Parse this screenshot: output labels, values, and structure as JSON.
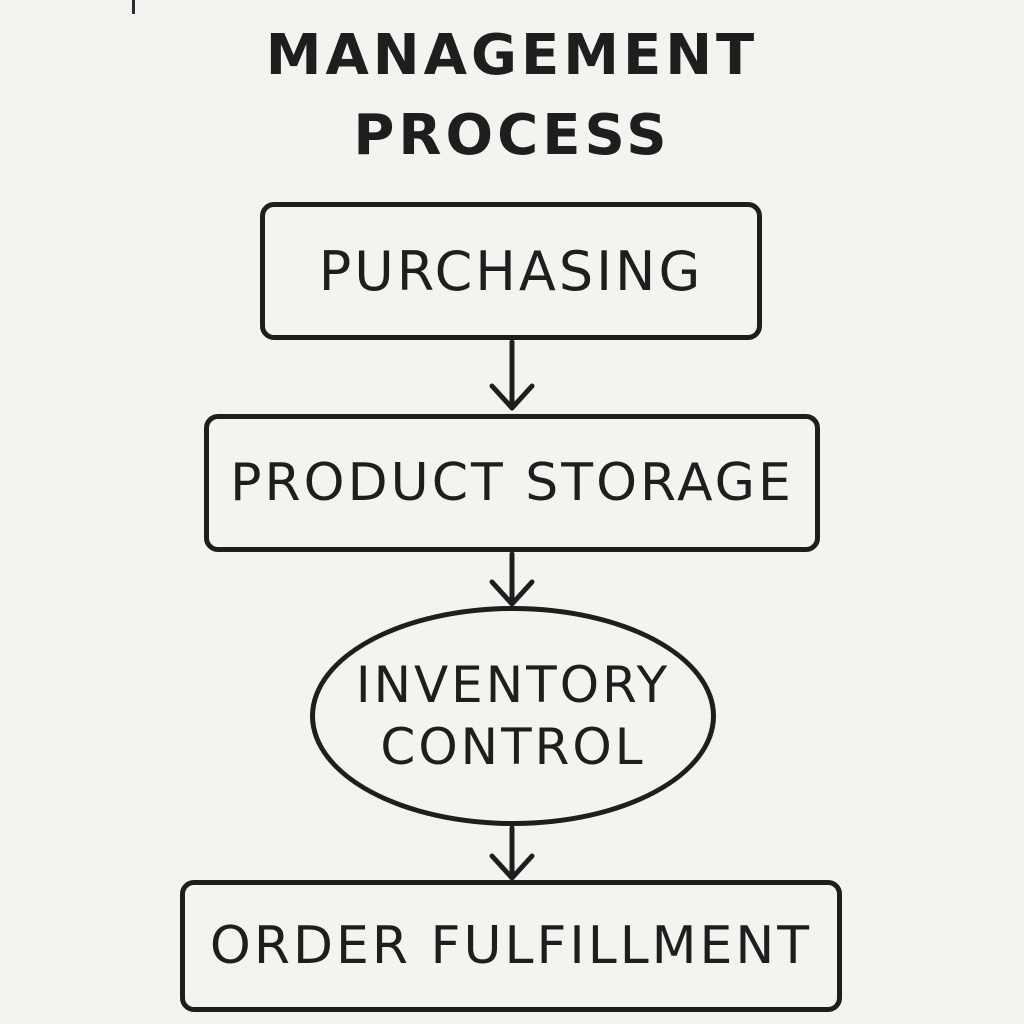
{
  "title": {
    "line1": "MANAGEMENT",
    "line2": "PROCESS"
  },
  "nodes": [
    {
      "id": "purchasing",
      "label": "PURCHASING",
      "shape": "rounded-rectangle"
    },
    {
      "id": "product-storage",
      "label": "PRODUCT STORAGE",
      "shape": "rounded-rectangle"
    },
    {
      "id": "inventory-control",
      "label_line1": "INVENTORY",
      "label_line2": "CONTROL",
      "shape": "ellipse"
    },
    {
      "id": "order-fulfillment",
      "label": "ORDER FULFILLMENT",
      "shape": "rounded-rectangle"
    }
  ],
  "edges": [
    {
      "from": "purchasing",
      "to": "product-storage"
    },
    {
      "from": "product-storage",
      "to": "inventory-control"
    },
    {
      "from": "inventory-control",
      "to": "order-fulfillment"
    }
  ],
  "colors": {
    "background": "#f4f3ef",
    "ink": "#1e1e1e"
  }
}
